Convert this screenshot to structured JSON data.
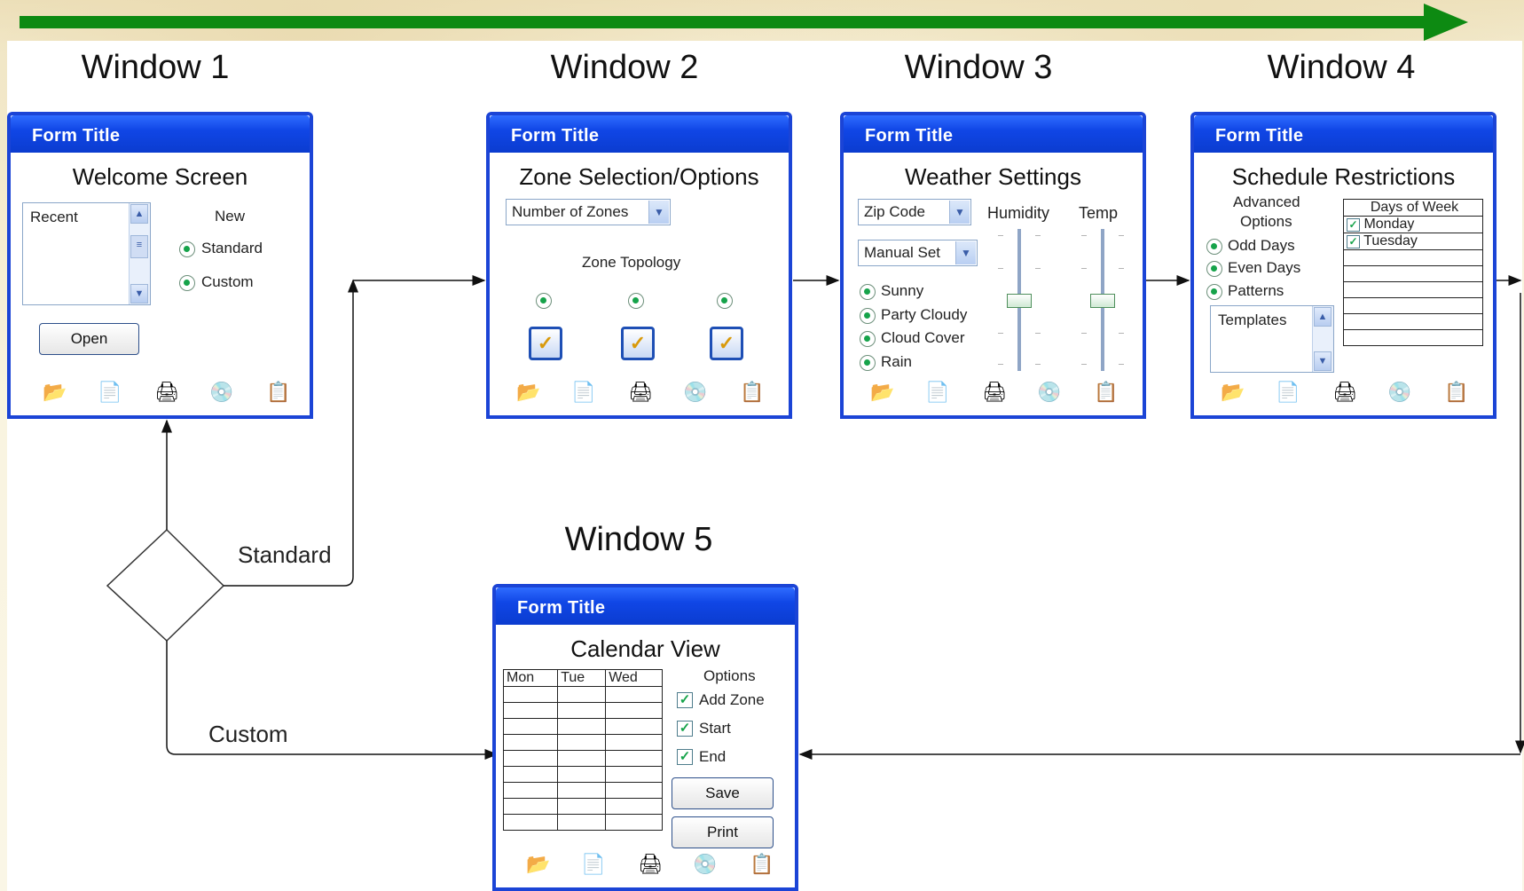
{
  "colors": {
    "flow_arrow": "#0d8a12",
    "titlebar": "#1b4fe0",
    "radio_selected": "#16a34a"
  },
  "window_titles": [
    "Window 1",
    "Window 2",
    "Window 3",
    "Window 4",
    "Window 5"
  ],
  "connectors": {
    "standard_label": "Standard",
    "custom_label": "Custom"
  },
  "toolbar_icons": [
    "folder-icon",
    "document-icon",
    "printer-icon",
    "help-disc-icon",
    "clipboard-icon"
  ],
  "window1": {
    "form_title": "Form Title",
    "heading": "Welcome Screen",
    "recent_label": "Recent",
    "new_label": "New",
    "options": [
      "Standard",
      "Custom"
    ],
    "open_button": "Open"
  },
  "window2": {
    "form_title": "Form Title",
    "heading": "Zone Selection/Options",
    "combo_value": "Number of Zones",
    "topology_label": "Zone Topology"
  },
  "window3": {
    "form_title": "Form Title",
    "heading": "Weather Settings",
    "zip_combo": "Zip Code",
    "manual_combo": "Manual Set",
    "humidity_label": "Humidity",
    "temp_label": "Temp",
    "weather_options": [
      "Sunny",
      "Party Cloudy",
      "Cloud Cover",
      "Rain"
    ]
  },
  "window4": {
    "form_title": "Form Title",
    "heading": "Schedule Restrictions",
    "advanced_label_1": "Advanced",
    "advanced_label_2": "Options",
    "options": [
      "Odd Days",
      "Even Days",
      "Patterns"
    ],
    "templates_label": "Templates",
    "days_header": "Days of Week",
    "days": [
      "Monday",
      "Tuesday"
    ]
  },
  "window5": {
    "form_title": "Form Title",
    "heading": "Calendar View",
    "columns": [
      "Mon",
      "Tue",
      "Wed"
    ],
    "options_label": "Options",
    "checks": [
      "Add Zone",
      "Start",
      "End"
    ],
    "save_button": "Save",
    "print_button": "Print"
  }
}
